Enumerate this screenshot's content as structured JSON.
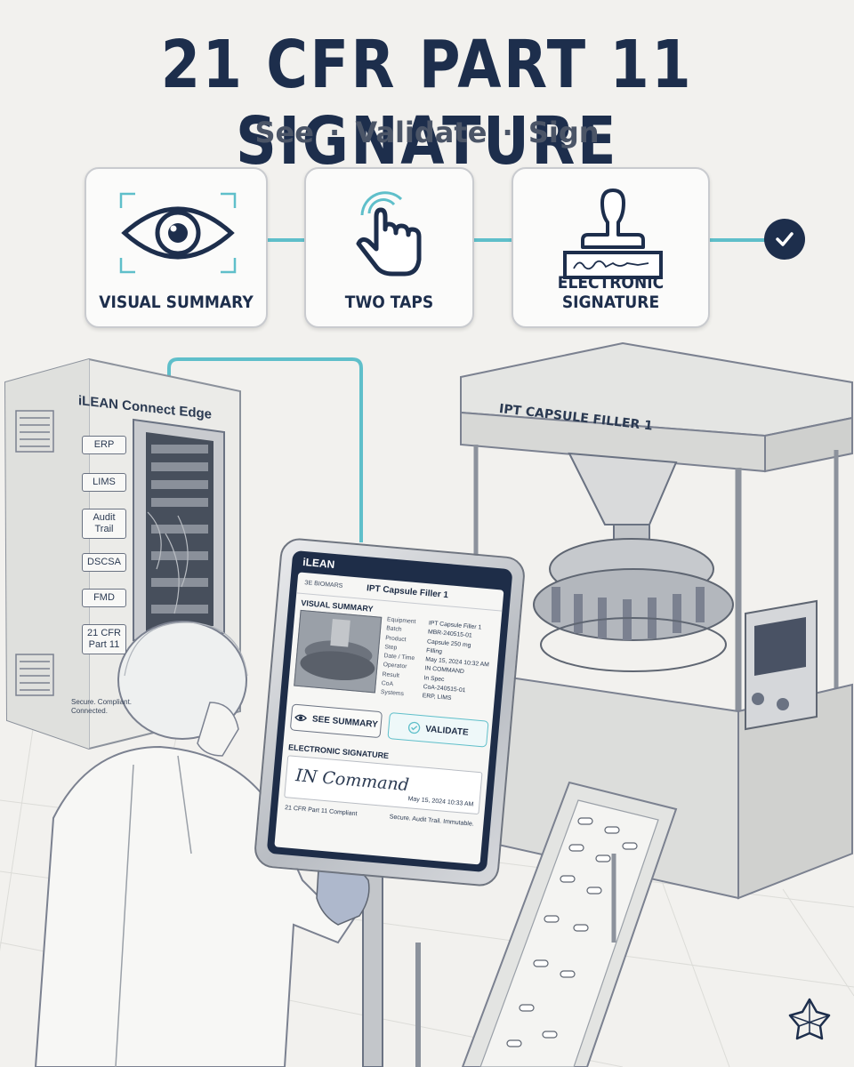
{
  "header": {
    "title": "21 CFR PART 11 SIGNATURE",
    "subtitle": "See · Validate · Sign"
  },
  "steps": [
    {
      "label": "VISUAL SUMMARY",
      "icon": "eye-icon"
    },
    {
      "label": "TWO TAPS",
      "icon": "tap-hand-icon"
    },
    {
      "label": "ELECTRONIC SIGNATURE",
      "icon": "stamp-icon"
    }
  ],
  "edge": {
    "title": "iLEAN Connect Edge",
    "systems": [
      "ERP",
      "LIMS",
      "Audit Trail",
      "DSCSA",
      "FMD",
      "21 CFR Part 11"
    ],
    "footer": "Secure. Compliant. Connected."
  },
  "machine": {
    "label": "IPT CAPSULE FILLER 1"
  },
  "tablet": {
    "brand": "iLEAN",
    "logo_text": "ЗЕ BIOMARS",
    "machine_title": "IPT Capsule Filler 1",
    "visual_summary_title": "VISUAL SUMMARY",
    "details": [
      {
        "key": "Equipment",
        "value": "IPT Capsule Filler 1"
      },
      {
        "key": "Batch",
        "value": "MBR-240515-01"
      },
      {
        "key": "Product",
        "value": "Capsule 250 mg"
      },
      {
        "key": "Step",
        "value": "Filling"
      },
      {
        "key": "Date / Time",
        "value": "May 15, 2024   10:32 AM"
      },
      {
        "key": "Operator",
        "value": "IN COMMAND"
      },
      {
        "key": "Result",
        "value": "In Spec"
      },
      {
        "key": "CoA",
        "value": "CoA-240515-01"
      },
      {
        "key": "Systems",
        "value": "ERP, LIMS"
      }
    ],
    "see_summary_label": "SEE SUMMARY",
    "validate_label": "VALIDATE",
    "signature_title": "ELECTRONIC SIGNATURE",
    "signature_name": "IN Command",
    "signature_time": "May 15, 2024 10:33 AM",
    "footer_left": "21 CFR Part 11 Compliant",
    "footer_right": "Secure. Audit Trail. Immutable."
  },
  "colors": {
    "navy": "#1d2e4c",
    "teal": "#5fbfca",
    "background": "#f2f1ee"
  }
}
